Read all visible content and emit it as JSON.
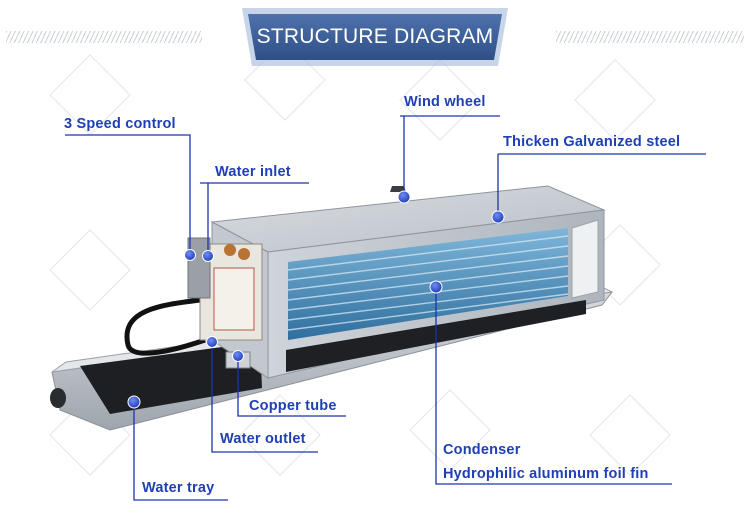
{
  "banner": {
    "title": "STRUCTURE DIAGRAM"
  },
  "labels": {
    "wind_wheel": "Wind wheel",
    "speed_control": "3 Speed control",
    "thicken_steel": "Thicken Galvanized steel",
    "water_inlet": "Water inlet",
    "copper_tube": "Copper tube",
    "water_outlet": "Water outlet",
    "condenser": "Condenser",
    "hydrophilic_fin": "Hydrophilic aluminum foil fin",
    "water_tray": "Water tray"
  },
  "colors": {
    "label_text": "#1f3fb4",
    "leader_line": "#1c34a8",
    "banner_fill": "#3d5f97",
    "marker_dot": "#2346c8"
  }
}
